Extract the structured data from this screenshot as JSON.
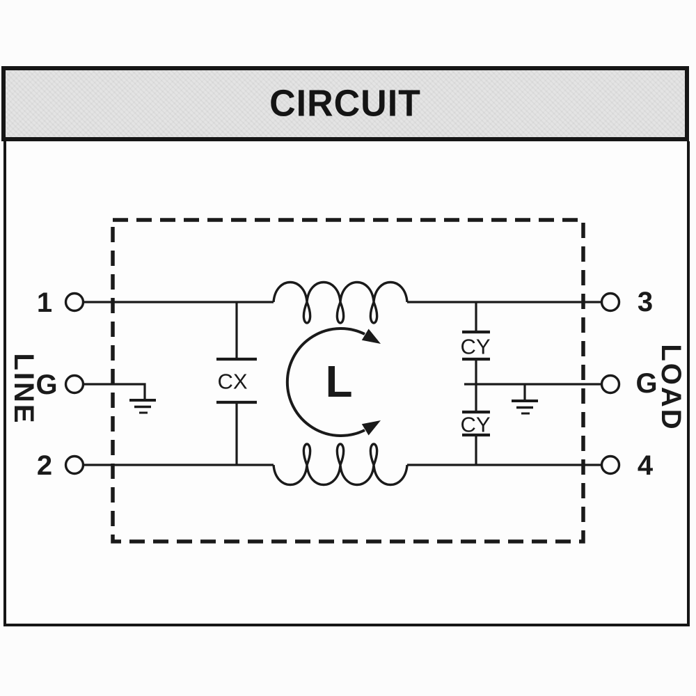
{
  "header": {
    "title": "CIRCUIT"
  },
  "diagram": {
    "line_side_label": "LINE",
    "load_side_label": "LOAD",
    "terminals": {
      "t1": "1",
      "t2": "2",
      "t3": "3",
      "t4": "4",
      "g_line": "G",
      "g_load": "G"
    },
    "components": {
      "x_capacitor": "CX",
      "y_capacitor_top": "CY",
      "y_capacitor_bottom": "CY",
      "choke": "L"
    },
    "colors": {
      "ink": "#1a1a1a",
      "title_bg": "#e4e4e4",
      "page_bg": "#fcfcfc"
    }
  }
}
